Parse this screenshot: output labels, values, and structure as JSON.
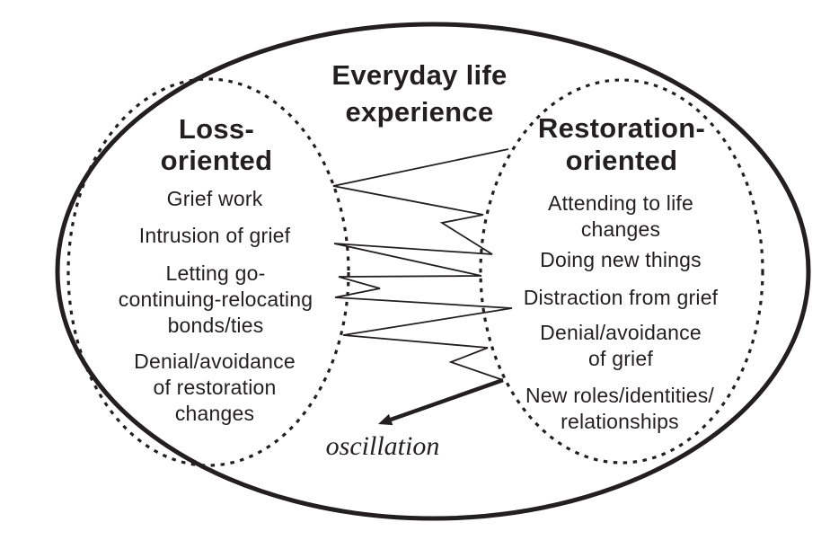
{
  "colors": {
    "ink": "#231f20",
    "background": "#ffffff"
  },
  "outer_ellipse": {
    "label_lines": [
      "Everyday life",
      "experience"
    ]
  },
  "loss_oriented": {
    "heading_lines": [
      "Loss-",
      "oriented"
    ],
    "items": [
      {
        "lines": [
          "Grief work"
        ]
      },
      {
        "lines": [
          "Intrusion of grief"
        ]
      },
      {
        "lines": [
          "Letting go-",
          "continuing-relocating",
          "bonds/ties"
        ]
      },
      {
        "lines": [
          "Denial/avoidance",
          "of restoration",
          "changes"
        ]
      }
    ]
  },
  "restoration_oriented": {
    "heading_lines": [
      "Restoration-",
      "oriented"
    ],
    "items": [
      {
        "lines": [
          "Attending to life",
          "changes"
        ]
      },
      {
        "lines": [
          "Doing new things"
        ]
      },
      {
        "lines": [
          "Distraction from grief"
        ]
      },
      {
        "lines": [
          "Denial/avoidance",
          "of grief"
        ]
      },
      {
        "lines": [
          "New roles/identities/",
          "relationships"
        ]
      }
    ]
  },
  "oscillation_label": "oscillation"
}
